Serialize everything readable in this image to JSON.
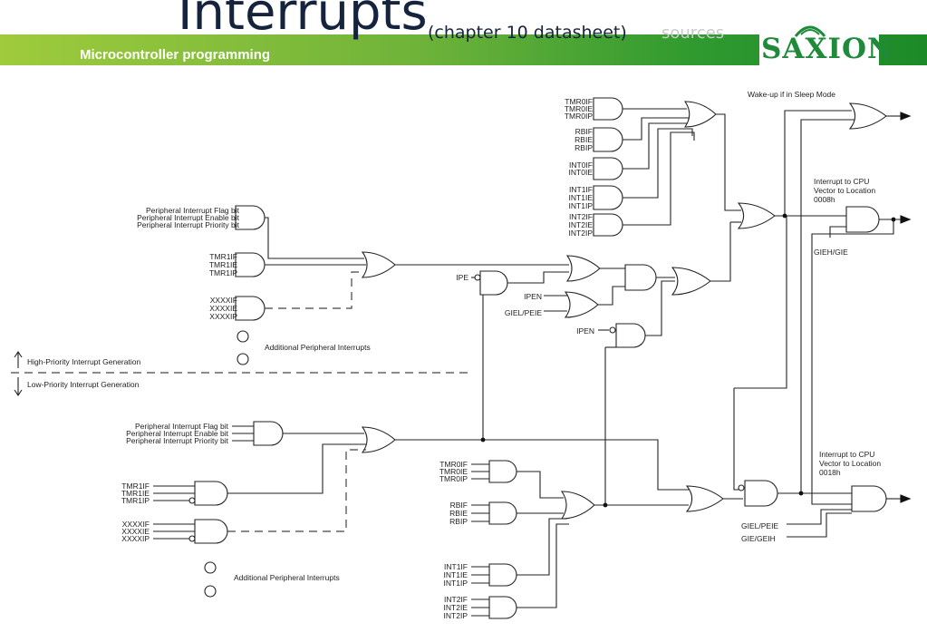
{
  "header": {
    "title": "Interrupts",
    "title_suffix": "(chapter 10 datasheet)",
    "title_ghost": "sources",
    "subtitle": "Microcontroller programming",
    "logo": "SAXION",
    "banner_color": "#6fb33a",
    "logo_color": "#1e8a3a"
  },
  "diagram": {
    "high_peripheral": [
      "Peripheral Interrupt Flag bit",
      "Peripheral Interrupt Enable bit",
      "Peripheral Interrupt Priority bit"
    ],
    "high_tmr1": [
      "TMR1IF",
      "TMR1IE",
      "TMR1IP"
    ],
    "high_xxxx": [
      "XXXXIF",
      "XXXXIE",
      "XXXXIP"
    ],
    "additional_high": "Additional Peripheral Interrupts",
    "high_priority": "High-Priority Interrupt Generation",
    "low_priority": "Low-Priority Interrupt Generation",
    "low_peripheral": [
      "Peripheral Interrupt Flag bit",
      "Peripheral Interrupt Enable bit",
      "Peripheral Interrupt Priority bit"
    ],
    "low_tmr1": [
      "TMR1IF",
      "TMR1IE",
      "TMR1IP"
    ],
    "low_xxxx": [
      "XXXXIF",
      "XXXXIE",
      "XXXXIP"
    ],
    "additional_low": "Additional Peripheral Interrupts",
    "top_tmr0": [
      "TMR0IF",
      "TMR0IE",
      "TMR0IP"
    ],
    "top_rb": [
      "RBIF",
      "RBIE",
      "RBIP"
    ],
    "top_int0": [
      "INT0IF",
      "INT0IE"
    ],
    "top_int1": [
      "INT1IF",
      "INT1IE",
      "INT1IP"
    ],
    "top_int2": [
      "INT2IF",
      "INT2IE",
      "INT2IP"
    ],
    "ipe": "IPE",
    "ipen_1": "IPEN",
    "giel_peie_top": "GIEL/PEIE",
    "ipen_2": "IPEN",
    "wake_up": "Wake-up if in Sleep Mode",
    "cpu_high": [
      "Interrupt to CPU",
      "Vector to Location",
      "0008h"
    ],
    "gieh_gie": "GIEH/GIE",
    "low_tmr0": [
      "TMR0IF",
      "TMR0IE",
      "TMR0IP"
    ],
    "low_rb": [
      "RBIF",
      "RBIE",
      "RBIP"
    ],
    "low_int1": [
      "INT1IF",
      "INT1IE",
      "INT1IP"
    ],
    "low_int2": [
      "INT2IF",
      "INT2IE",
      "INT2IP"
    ],
    "cpu_low": [
      "Interrupt to CPU",
      "Vector to Location",
      "0018h"
    ],
    "giel_peie_bottom": "GIEL/PEIE",
    "gie_geih": "GIE/GEIH"
  }
}
